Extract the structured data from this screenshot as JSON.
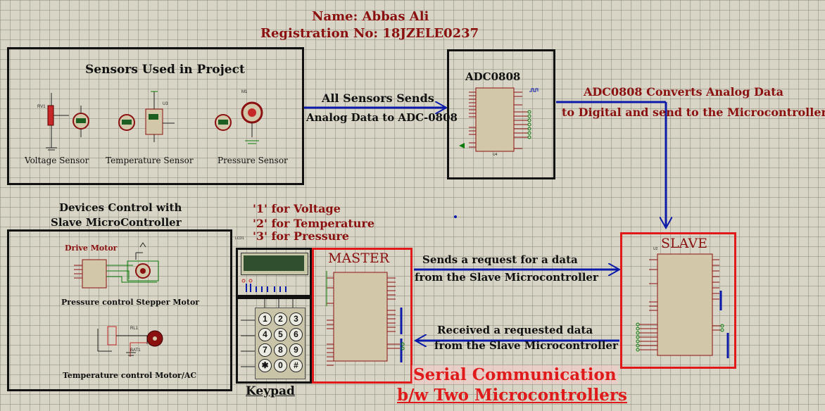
{
  "header": {
    "name": "Name: Abbas Ali",
    "registration": "Registration No: 18JZELE0237"
  },
  "sensors_box": {
    "title": "Sensors Used in Project",
    "voltage_label": "Voltage Sensor",
    "temperature_label": "Temperature Sensor",
    "pressure_label": "Pressure Sensor",
    "rv1": "RV1",
    "u3": "U3",
    "m1": "M1"
  },
  "arrows": {
    "sensors_to_adc_line1": "All Sensors Sends",
    "sensors_to_adc_line2": "Analog Data to ADC-0808",
    "adc_to_slave_line1": "ADC0808 Converts Analog Data",
    "adc_to_slave_line2": "to Digital and send to the Microcontroller",
    "request_line1": "Sends a request for a data",
    "request_line2": "from the Slave Microcontroller",
    "received_line1": "Received a requested data",
    "received_line2": "from the Slave Microcontroller"
  },
  "adc": {
    "title": "ADC0808",
    "ref": "U4"
  },
  "devices_box": {
    "heading_line1": "Devices Control with",
    "heading_line2": "Slave MicroController",
    "drive_motor": "Drive Motor",
    "stepper_label": "Pressure control Stepper Motor",
    "motor_label": "Temperature control Motor/AC",
    "rl1": "RL1",
    "bat1": "BAT1"
  },
  "modes": {
    "line1": "'1' for Voltage",
    "line2": "'2' for Temperature",
    "line3": "'3' for Pressure"
  },
  "lcd": {
    "ref": "LCD1"
  },
  "keypad": {
    "label": "Keypad",
    "keys": [
      "1",
      "2",
      "3",
      "4",
      "5",
      "6",
      "7",
      "8",
      "9",
      "✱",
      "0",
      "#"
    ]
  },
  "master": {
    "title": "MASTER"
  },
  "slave": {
    "title": "SLAVE",
    "ref": "U2"
  },
  "footer": {
    "line1": "Serial Communication",
    "line2": "b/w Two Microcontrollers"
  },
  "colors": {
    "wire_blue": "#0b1aa8",
    "box_red": "#e01a1a",
    "title_maroon": "#8b1010",
    "chip_fill": "#d2c7a9",
    "grid_bg": "#d8d5c6"
  }
}
